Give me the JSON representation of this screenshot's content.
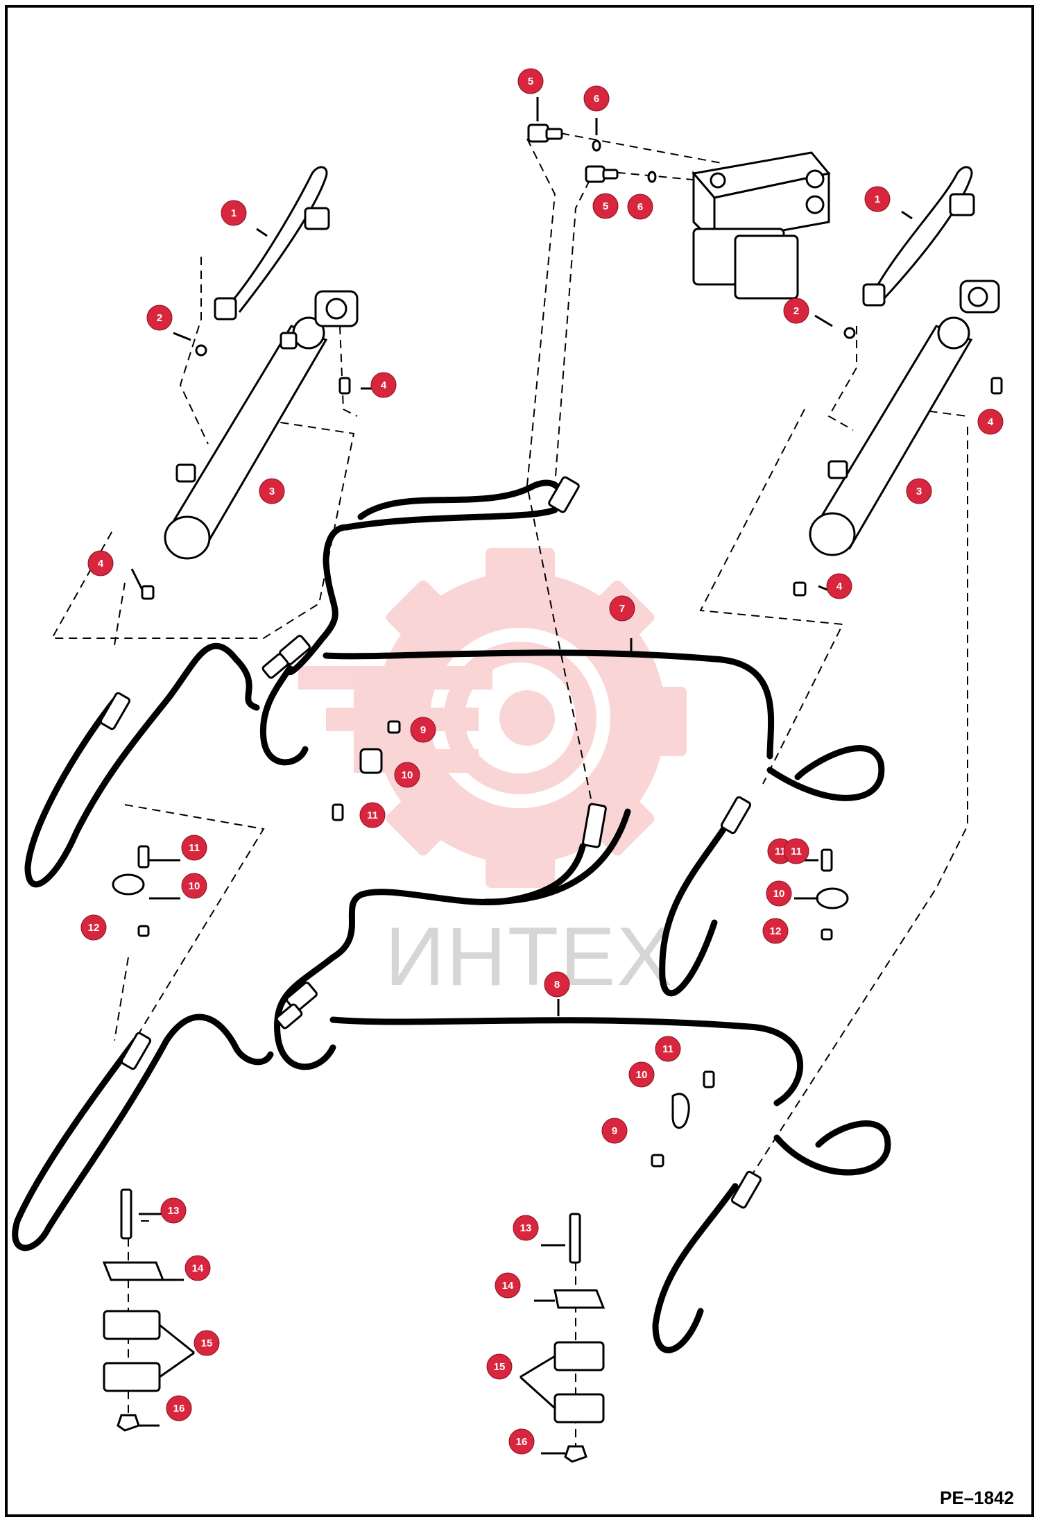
{
  "diagram": {
    "figure_code": "PE–1842",
    "watermark_text": "ИНТЕХ",
    "colors": {
      "callout_fill": "#d7263d",
      "line": "#000000",
      "watermark_red": "#f4a3a3",
      "watermark_grey": "#cfcfcf"
    },
    "callouts": [
      "1",
      "1",
      "2",
      "2",
      "3",
      "3",
      "4",
      "4",
      "4",
      "4",
      "5",
      "5",
      "6",
      "6",
      "7",
      "8",
      "9",
      "9",
      "10",
      "10",
      "10",
      "10",
      "11",
      "11",
      "11",
      "11",
      "11",
      "12",
      "12",
      "13",
      "13",
      "14",
      "14",
      "15",
      "15",
      "16",
      "16"
    ]
  }
}
